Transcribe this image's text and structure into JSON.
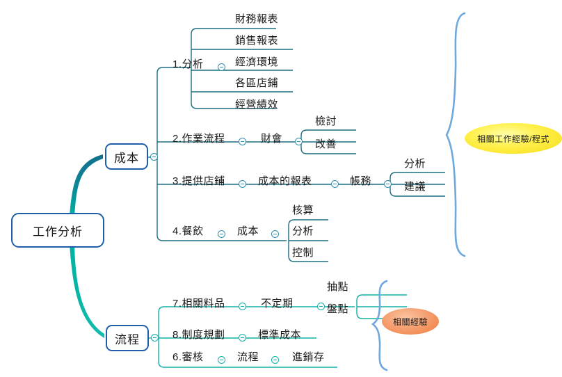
{
  "title": "mind-map",
  "colors": {
    "node_border": "#1F5FA9",
    "branch_blue": "#1D6E82",
    "branch_teal": "#12B0A6",
    "connector_top": "#11718C",
    "connector_bottom": "#00B3A4",
    "brace": "#6FA8DC",
    "bubble_yellow": "#FFEF4A",
    "bubble_orange": "#EF7B39",
    "toggle": "#2E8FAF"
  },
  "root": {
    "label": "工作分析"
  },
  "branches": [
    {
      "id": "cost",
      "label": "成本",
      "toggle": "collapse-toggle",
      "groups": [
        {
          "id": "analysis",
          "label": "1.分析",
          "toggle": "collapse-toggle",
          "leaves": [
            "財務報表",
            "銷售報表",
            "經濟環境",
            "各區店鋪",
            "經營績效"
          ]
        },
        {
          "id": "workflow",
          "label": "2.作業流程",
          "toggle": "collapse-toggle",
          "mid": "財會",
          "mid_toggle": "collapse-toggle",
          "leaves": [
            "檢討",
            "改善"
          ]
        },
        {
          "id": "stores",
          "label": "3.提供店鋪",
          "toggle": "collapse-toggle",
          "mid": "成本的報表",
          "mid_toggle": "collapse-toggle",
          "mid2": "帳務",
          "mid2_toggle": "collapse-toggle",
          "leaves": [
            "分析",
            "建議"
          ]
        },
        {
          "id": "catering",
          "label": "4.餐飲",
          "toggle": "collapse-toggle",
          "mid": "成本",
          "mid_toggle": "collapse-toggle",
          "leaves": [
            "核算",
            "分析",
            "控制"
          ]
        }
      ]
    },
    {
      "id": "process",
      "label": "流程",
      "toggle": "collapse-toggle",
      "groups": [
        {
          "id": "materials",
          "label": "7.相關料品",
          "toggle": "collapse-toggle",
          "mid": "不定期",
          "mid_toggle": "collapse-toggle",
          "leaves": [
            "抽點",
            "盤點"
          ]
        },
        {
          "id": "system-plan",
          "label": "8.制度規劃",
          "toggle": "collapse-toggle",
          "mid": "標準成本"
        },
        {
          "id": "audit",
          "label": "6.審核",
          "toggle": "collapse-toggle",
          "mid": "流程",
          "mid_toggle": "collapse-toggle",
          "mid2": "進銷存"
        }
      ]
    }
  ],
  "callouts": [
    {
      "id": "experience-programs",
      "label": "相關工作經驗/程式",
      "style": "yellow"
    },
    {
      "id": "experience",
      "label": "相關經驗",
      "style": "orange"
    }
  ]
}
